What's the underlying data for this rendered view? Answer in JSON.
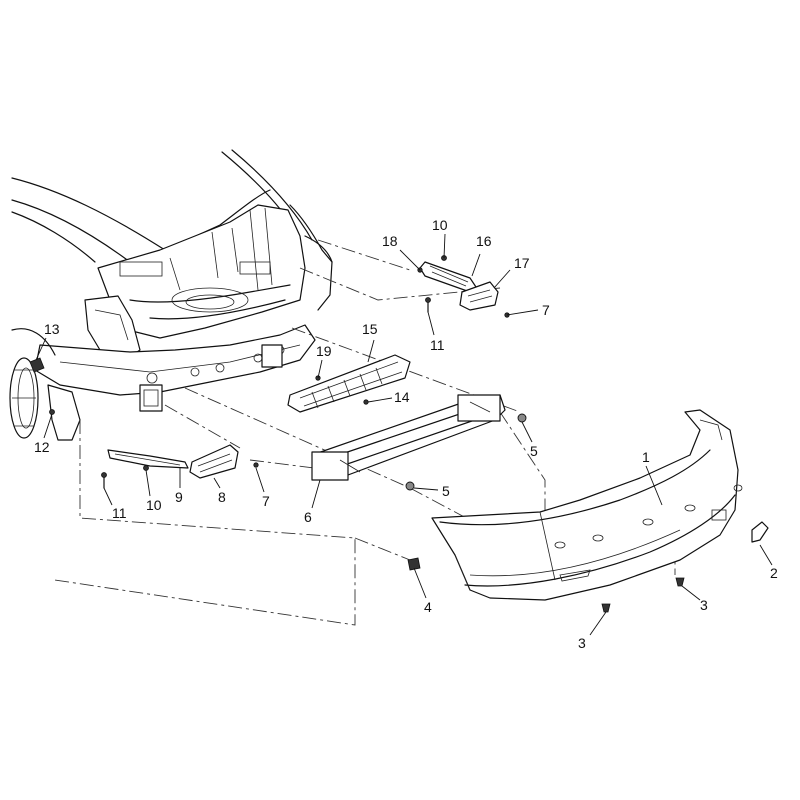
{
  "callouts": {
    "c1": "1",
    "c2": "2",
    "c3a": "3",
    "c3b": "3",
    "c4": "4",
    "c5a": "5",
    "c5b": "5",
    "c6": "6",
    "c7a": "7",
    "c7b": "7",
    "c8": "8",
    "c9": "9",
    "c10a": "10",
    "c10b": "10",
    "c11a": "11",
    "c11b": "11",
    "c12": "12",
    "c13": "13",
    "c14": "14",
    "c15": "15",
    "c16": "16",
    "c17": "17",
    "c18": "18",
    "c19": "19"
  }
}
